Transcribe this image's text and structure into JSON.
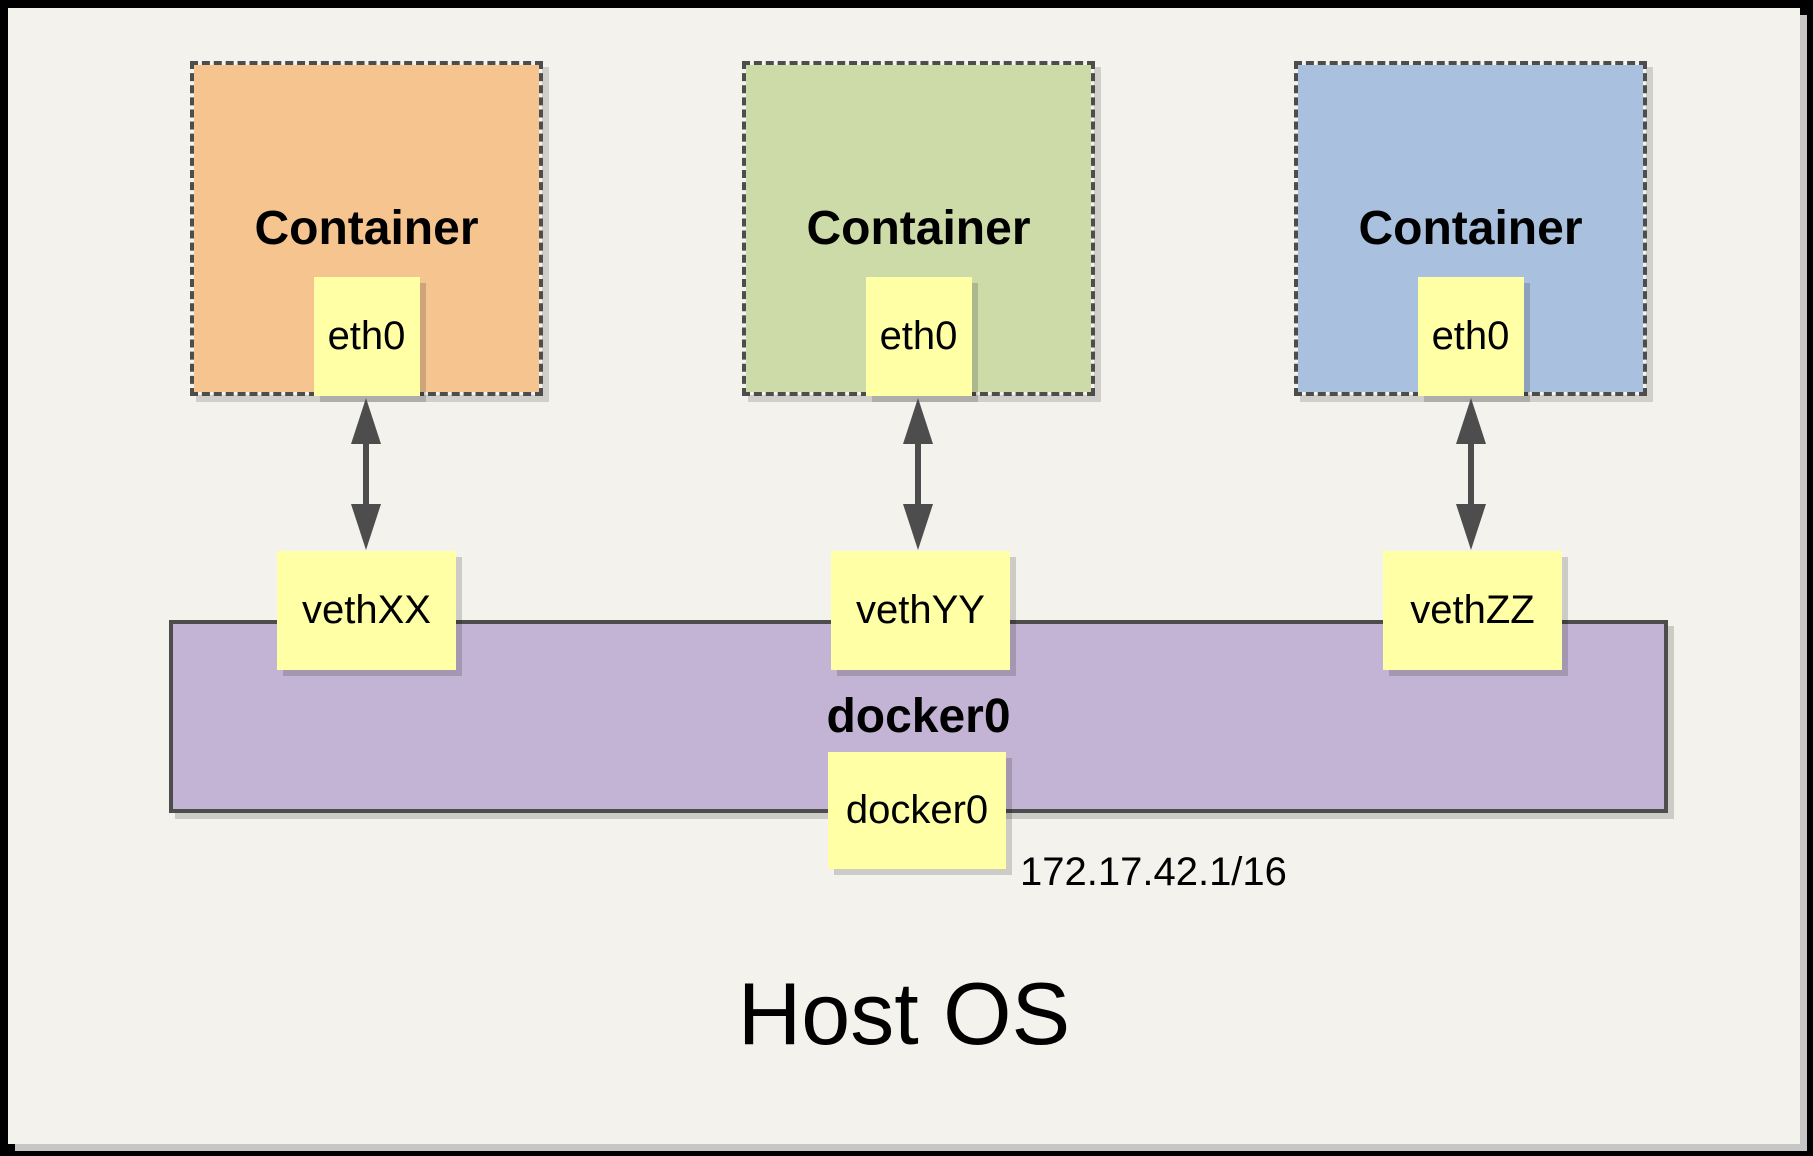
{
  "canvas": {
    "background": "#f4f2ec",
    "frame_color": "#000000",
    "shadow_color": "#c6c6c6"
  },
  "palette": {
    "node_fill": "#ffffa6",
    "stroke": "#4d4d4d",
    "arrow_color": "#4d4d4d"
  },
  "diagram": {
    "containers": [
      {
        "title": "Container",
        "interface": "eth0",
        "veth": "vethXX",
        "fill": "#f6c48f"
      },
      {
        "title": "Container",
        "interface": "eth0",
        "veth": "vethYY",
        "fill": "#cddba8"
      },
      {
        "title": "Container",
        "interface": "eth0",
        "veth": "vethZZ",
        "fill": "#a9c1de"
      }
    ],
    "connector": {
      "type": "bidirectional-arrow",
      "color": "#4d4d4d"
    },
    "bridge": {
      "title": "docker0",
      "interface_box": "docker0",
      "ip": "172.17.42.1/16",
      "fill": "#c3b4d5"
    },
    "host": {
      "title": "Host OS"
    }
  }
}
